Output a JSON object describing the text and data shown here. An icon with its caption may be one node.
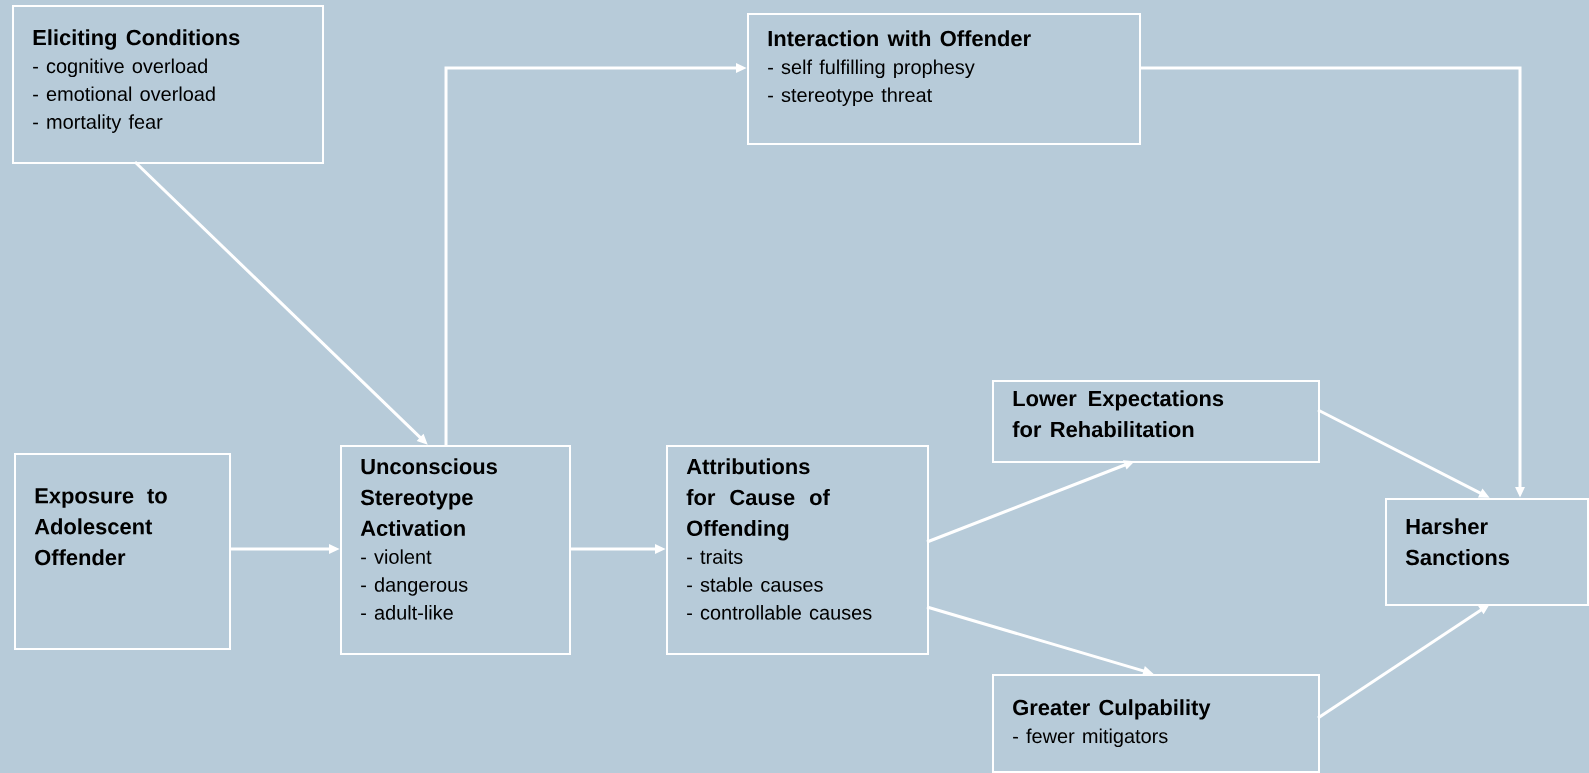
{
  "diagram": {
    "nodes": [
      {
        "text": [
          "Eliciting Conditions",
          "- cognitive overload",
          "- emotional overload",
          "- mortality fear"
        ]
      },
      {
        "text": [
          "Interaction with Offender",
          "- self fulfilling prophesy",
          "- stereotype threat"
        ]
      },
      {
        "text": [
          "Exposure to Adolescent Offender"
        ]
      },
      {
        "text": [
          "Unconscious Stereotype Activation",
          "- violent",
          "- dangerous",
          "- adult-like"
        ]
      },
      {
        "text": [
          "Attributions for Cause of Offending",
          "- traits",
          "- stable causes",
          "- controllable causes"
        ]
      },
      {
        "text": [
          "Lower Expectations for Rehabilitation"
        ]
      },
      {
        "text": [
          "Greater Culpability",
          "- fewer mitigators"
        ]
      },
      {
        "text": [
          "Harsher Sanctions"
        ]
      }
    ],
    "edges": [
      {
        "from": 0,
        "to": 3,
        "arrow": "to"
      },
      {
        "from": 3,
        "to": 1,
        "arrow": "to"
      },
      {
        "from": 1,
        "to": 7,
        "arrow": "to"
      },
      {
        "from": 2,
        "to": 3,
        "arrow": "to"
      },
      {
        "from": 3,
        "to": 4,
        "arrow": "to"
      },
      {
        "from": 4,
        "to": 5,
        "arrow": "to"
      },
      {
        "from": 4,
        "to": 6,
        "arrow": "to"
      },
      {
        "from": 5,
        "to": 7,
        "arrow": "to"
      },
      {
        "from": 6,
        "to": 7,
        "arrow": "to"
      }
    ]
  }
}
